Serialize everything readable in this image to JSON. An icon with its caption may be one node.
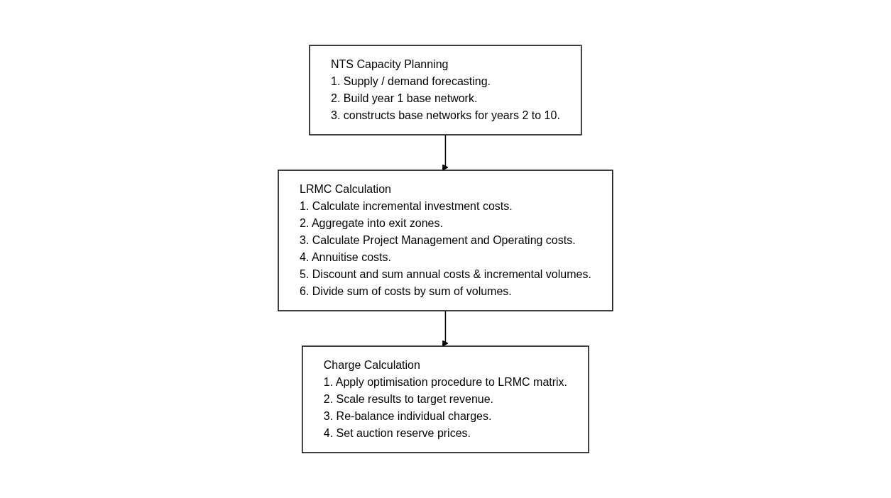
{
  "diagram": {
    "nodes": [
      {
        "text": [
          "NTS Capacity Planning",
          "1. Supply / demand forecasting.",
          "2. Build year 1 base network.",
          "3. constructs base networks for years 2 to 10."
        ]
      },
      {
        "text": [
          "LRMC Calculation",
          "1. Calculate incremental investment costs.",
          "2. Aggregate into exit zones.",
          "3. Calculate Project Management and Operating costs.",
          "4. Annuitise costs.",
          "5. Discount and sum annual costs & incremental volumes.",
          "6. Divide sum of costs by sum of volumes."
        ]
      },
      {
        "text": [
          "Charge Calculation",
          "1. Apply optimisation procedure to LRMC matrix.",
          "2. Scale results to target revenue.",
          "3. Re-balance individual charges.",
          "4. Set auction reserve prices."
        ]
      }
    ],
    "edges": [
      {
        "from": 0,
        "to": 1,
        "arrow": "to"
      },
      {
        "from": 1,
        "to": 2,
        "arrow": "to"
      }
    ]
  }
}
